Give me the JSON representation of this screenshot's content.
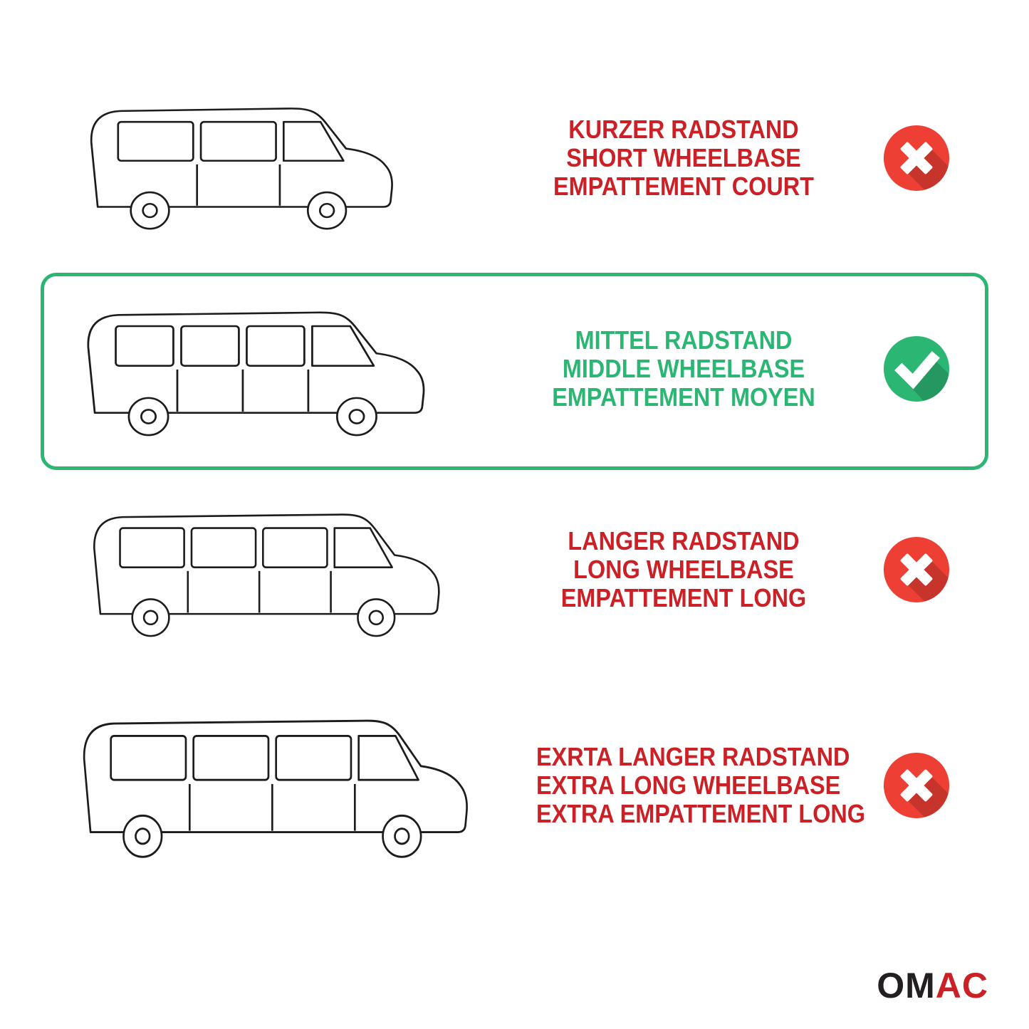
{
  "page": {
    "background": "#ffffff"
  },
  "colors": {
    "red": "#cb2026",
    "green": "#2bb673",
    "badge_red": "#ee3f34",
    "badge_green": "#2bb673",
    "line": "#1c1c1c",
    "logo_black": "#231f20"
  },
  "rows": [
    {
      "id": "short-wheelbase",
      "status": "rejected",
      "badge": "cross-icon",
      "lines": [
        "KURZER RADSTAND",
        "SHORT WHEELBASE",
        "EMPATTEMENT COURT"
      ],
      "van": {
        "description": "short wheelbase van outline",
        "windows": 2,
        "relative_length": 520
      }
    },
    {
      "id": "middle-wheelbase",
      "status": "selected",
      "badge": "check-icon",
      "highlighted": true,
      "lines": [
        "MITTEL RADSTAND",
        "MIDDLE WHEELBASE",
        "EMPATTEMENT MOYEN"
      ],
      "van": {
        "description": "middle wheelbase van outline",
        "windows": 3,
        "relative_length": 560
      }
    },
    {
      "id": "long-wheelbase",
      "status": "rejected",
      "badge": "cross-icon",
      "lines": [
        "LANGER RADSTAND",
        "LONG WHEELBASE",
        "EMPATTEMENT LONG"
      ],
      "van": {
        "description": "long wheelbase van outline",
        "windows": 3,
        "relative_length": 610
      }
    },
    {
      "id": "extra-long-wheelbase",
      "status": "rejected",
      "badge": "cross-icon",
      "lines": [
        "EXRTA LANGER RADSTAND",
        "EXTRA LONG WHEELBASE",
        "EXTRA EMPATTEMENT LONG"
      ],
      "van": {
        "description": "extra long wheelbase van outline",
        "windows": 3,
        "relative_length": 650
      }
    }
  ],
  "logo": {
    "black": "OM",
    "red": "AC"
  }
}
